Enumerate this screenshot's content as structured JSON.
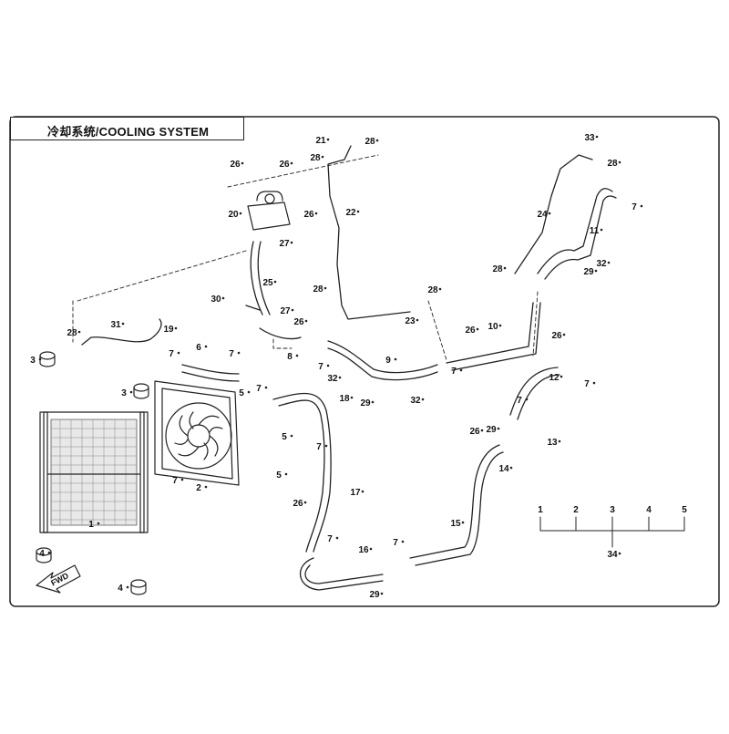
{
  "title": "冷却系统/COOLING SYSTEM",
  "fwd_label": "FWD",
  "callouts": [
    "1",
    "2",
    "3",
    "3",
    "4",
    "4",
    "5",
    "5",
    "5",
    "6",
    "7",
    "7",
    "7",
    "7",
    "7",
    "7",
    "7",
    "7",
    "7",
    "7",
    "7",
    "7",
    "8",
    "9",
    "10",
    "11",
    "12",
    "13",
    "14",
    "15",
    "16",
    "17",
    "18",
    "19",
    "20",
    "21",
    "22",
    "23",
    "24",
    "25",
    "26",
    "26",
    "26",
    "26",
    "26",
    "26",
    "26",
    "26",
    "27",
    "27",
    "28",
    "28",
    "28",
    "28",
    "28",
    "28",
    "28",
    "29",
    "29",
    "29",
    "29",
    "30",
    "31",
    "32",
    "32",
    "32",
    "33",
    "34"
  ],
  "kit": {
    "parts": [
      "1",
      "2",
      "3",
      "4",
      "5"
    ],
    "assembly": "34"
  }
}
